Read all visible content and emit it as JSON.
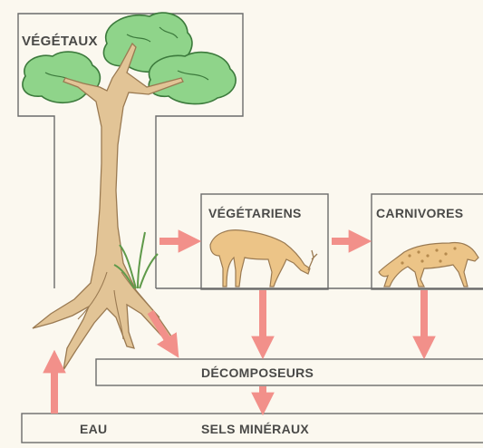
{
  "diagram": {
    "boxes": {
      "vegetaux": "VÉGÉTAUX",
      "vegetariens": "VÉGÉTARIENS",
      "carnivores": "CARNIVORES",
      "decomposeurs": "DÉCOMPOSEURS"
    },
    "bottom_bar": {
      "eau": "EAU",
      "sels_mineraux": "SELS MINÉRAUX"
    },
    "colors": {
      "arrow": "#f2908a",
      "foliage": "#8fd48a",
      "foliage_outline": "#3c7a3c",
      "trunk": "#e2c496",
      "trunk_outline": "#9a7a52",
      "animal": "#ecc487",
      "box_stroke": "#6b6b6b",
      "background": "#fbf8ef"
    }
  }
}
